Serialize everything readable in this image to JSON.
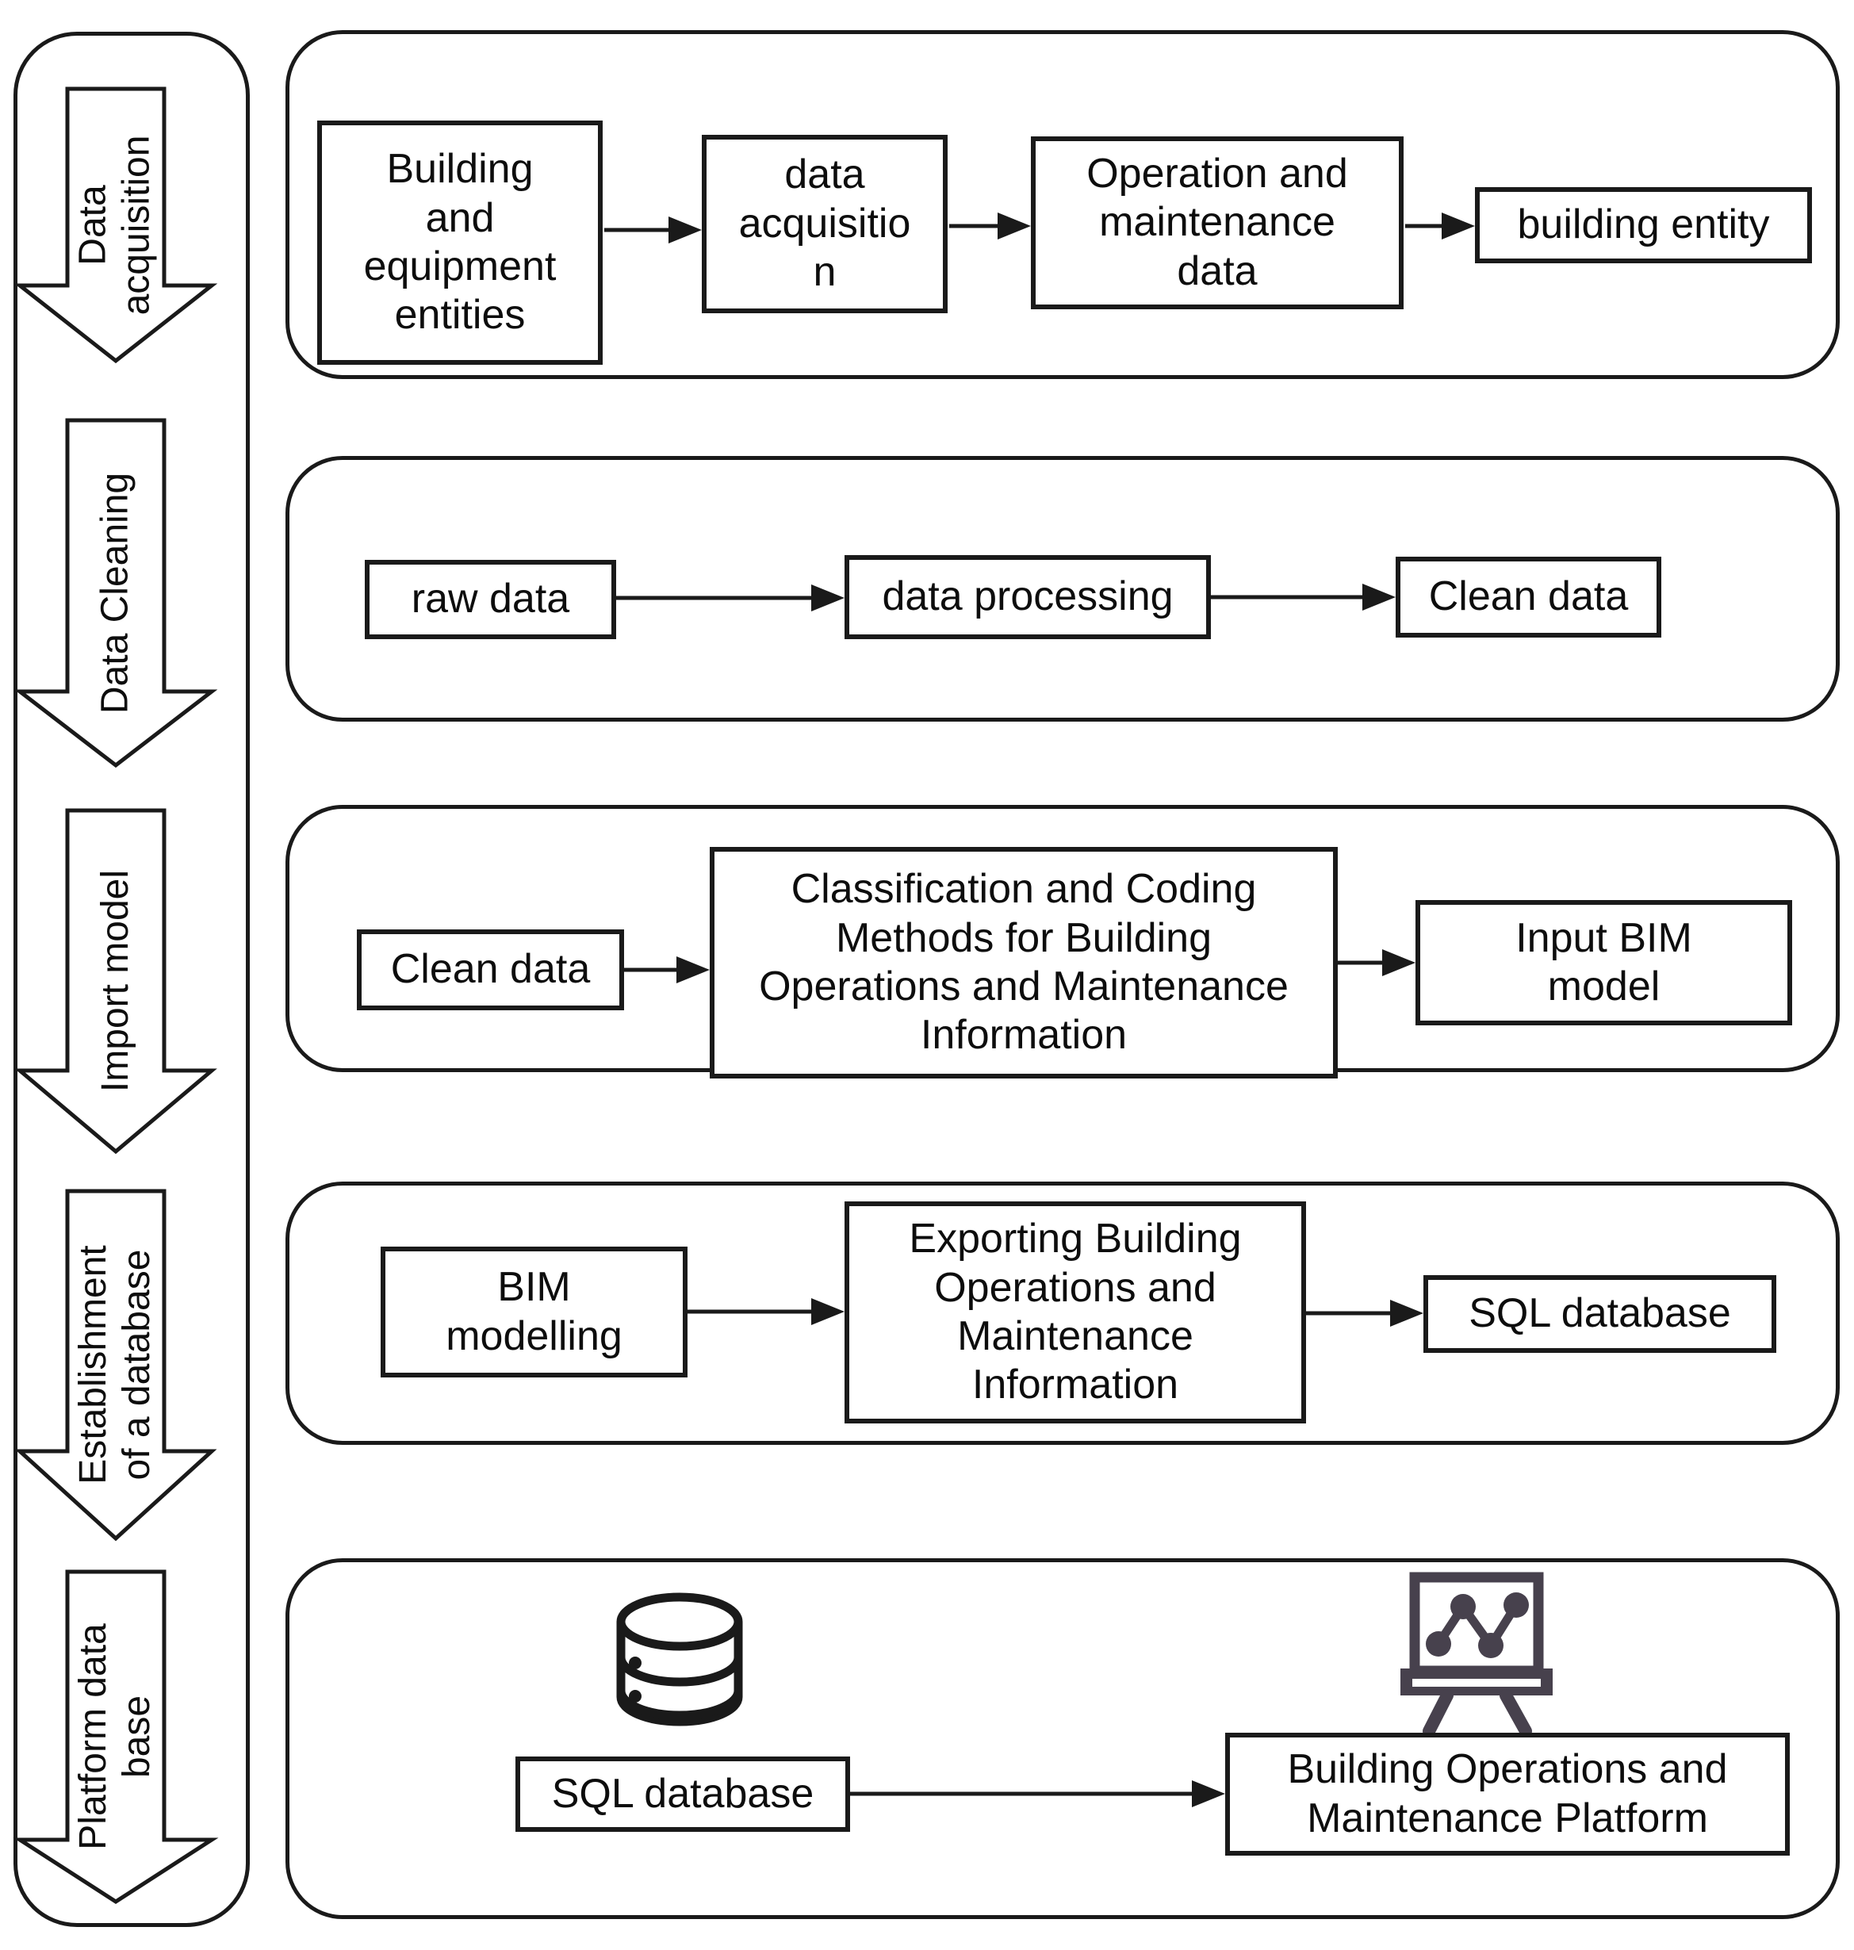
{
  "colors": {
    "outline": "#1a1a1a",
    "icon_dark": "#47414d",
    "background": "#ffffff"
  },
  "sidebar": {
    "stages": [
      {
        "label": "Data\nacquisition"
      },
      {
        "label": "Data Cleaning"
      },
      {
        "label": "Import model"
      },
      {
        "label": "Establishment\nof a database"
      },
      {
        "label": "Platform data\nbase"
      }
    ]
  },
  "rows": [
    {
      "boxes": [
        {
          "label": "Building\nand\nequipment\nentities"
        },
        {
          "label": "data\nacquisitio\nn"
        },
        {
          "label": "Operation and\nmaintenance\ndata"
        },
        {
          "label": "building entity"
        }
      ]
    },
    {
      "boxes": [
        {
          "label": "raw data"
        },
        {
          "label": "data processing"
        },
        {
          "label": "Clean data"
        }
      ]
    },
    {
      "boxes": [
        {
          "label": "Clean data"
        },
        {
          "label": "Classification and Coding\nMethods for Building\nOperations and Maintenance\nInformation"
        },
        {
          "label": "Input BIM\nmodel"
        }
      ]
    },
    {
      "boxes": [
        {
          "label": "BIM\nmodelling"
        },
        {
          "label": "Exporting Building\nOperations and\nMaintenance\nInformation"
        },
        {
          "label": "SQL database"
        }
      ]
    },
    {
      "boxes": [
        {
          "label": "SQL database"
        },
        {
          "label": "Building Operations and\nMaintenance Platform"
        }
      ]
    }
  ],
  "icons": {
    "database": "database-icon",
    "platform": "presentation-chart-icon"
  }
}
